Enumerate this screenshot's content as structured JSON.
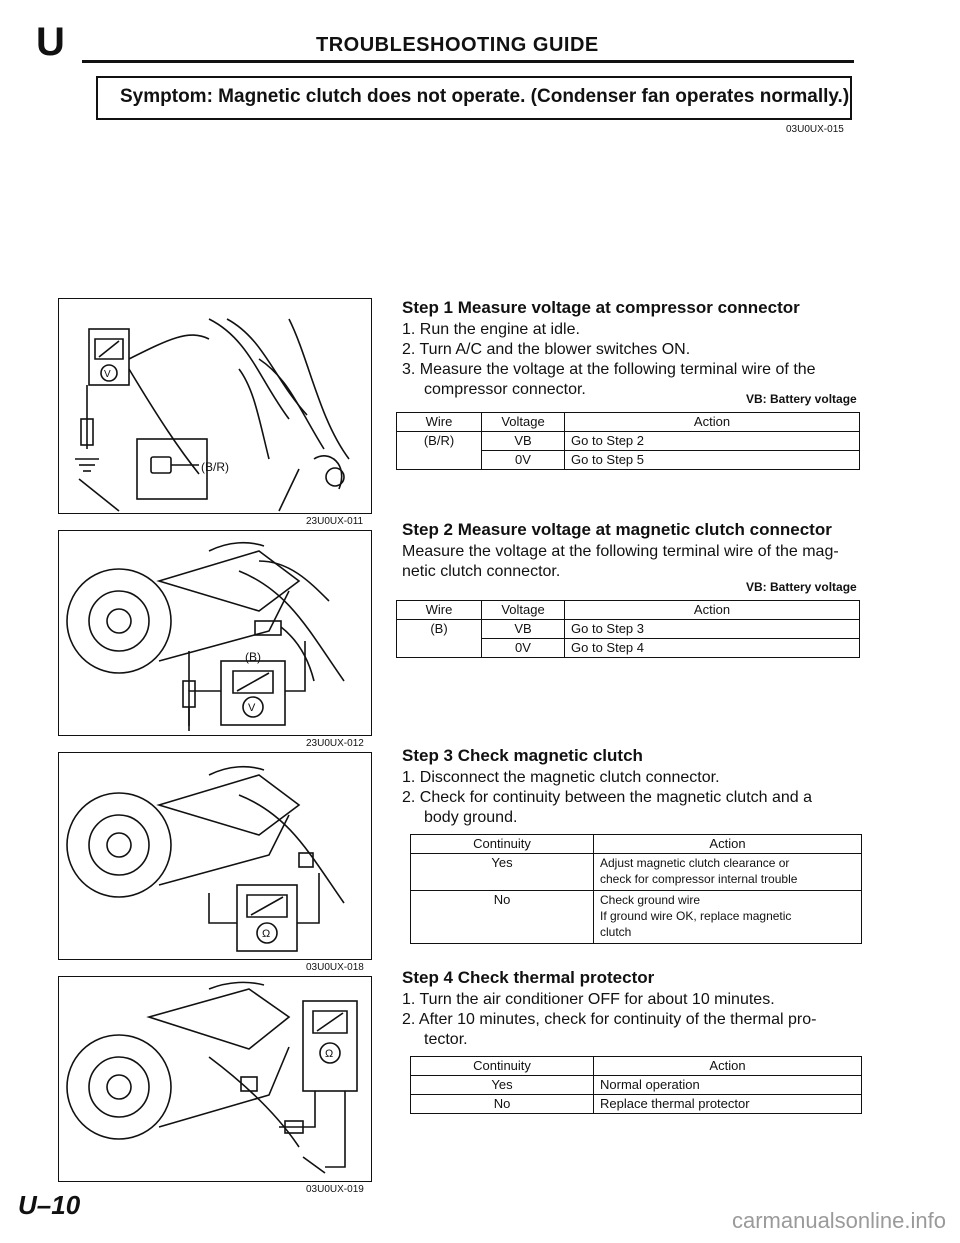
{
  "header": {
    "section_letter": "U",
    "title": "TROUBLESHOOTING GUIDE"
  },
  "symptom": {
    "text": "Symptom: Magnetic clutch does not operate. (Condenser fan operates normally.)",
    "code": "03U0UX-015"
  },
  "figures": [
    {
      "code": "23U0UX-011",
      "label": "(B/R)"
    },
    {
      "code": "23U0UX-012",
      "label": "(B)"
    },
    {
      "code": "03U0UX-018",
      "label": ""
    },
    {
      "code": "03U0UX-019",
      "label": ""
    }
  ],
  "steps": {
    "step1": {
      "title": "Step 1 Measure voltage at compressor connector",
      "lines": [
        "1. Run the engine at idle.",
        "2. Turn A/C and the blower switches ON.",
        "3. Measure the voltage at the following terminal wire of the",
        "compressor connector."
      ],
      "note": "VB: Battery voltage",
      "headers": [
        "Wire",
        "Voltage",
        "Action"
      ],
      "wire": "(B/R)",
      "rows": [
        {
          "voltage": "VB",
          "action": "Go to Step 2"
        },
        {
          "voltage": "0V",
          "action": "Go to Step 5"
        }
      ]
    },
    "step2": {
      "title": "Step 2 Measure voltage at magnetic clutch connector",
      "lines": [
        "Measure the voltage at the following terminal wire of the mag-",
        "netic clutch connector."
      ],
      "note": "VB: Battery voltage",
      "headers": [
        "Wire",
        "Voltage",
        "Action"
      ],
      "wire": "(B)",
      "rows": [
        {
          "voltage": "VB",
          "action": "Go to Step 3"
        },
        {
          "voltage": "0V",
          "action": "Go to Step 4"
        }
      ]
    },
    "step3": {
      "title": "Step 3 Check magnetic clutch",
      "lines": [
        "1. Disconnect the magnetic clutch connector.",
        "2. Check for continuity between the magnetic clutch and a",
        "body ground."
      ],
      "headers": [
        "Continuity",
        "Action"
      ],
      "rows": [
        {
          "continuity": "Yes",
          "action_1": "Adjust magnetic clutch clearance or",
          "action_2": "check for compressor internal trouble"
        },
        {
          "continuity": "No",
          "action_1": "Check ground wire",
          "action_2": "If ground wire OK, replace magnetic",
          "action_3": "clutch"
        }
      ]
    },
    "step4": {
      "title": "Step 4 Check thermal protector",
      "lines": [
        "1. Turn the air conditioner OFF for about 10 minutes.",
        "2. After 10 minutes, check for continuity of the thermal pro-",
        "tector."
      ],
      "headers": [
        "Continuity",
        "Action"
      ],
      "rows": [
        {
          "continuity": "Yes",
          "action": "Normal operation"
        },
        {
          "continuity": "No",
          "action": "Replace thermal protector"
        }
      ]
    }
  },
  "footer": {
    "page_number": "U–10",
    "watermark": "carmanualsonline.info"
  }
}
